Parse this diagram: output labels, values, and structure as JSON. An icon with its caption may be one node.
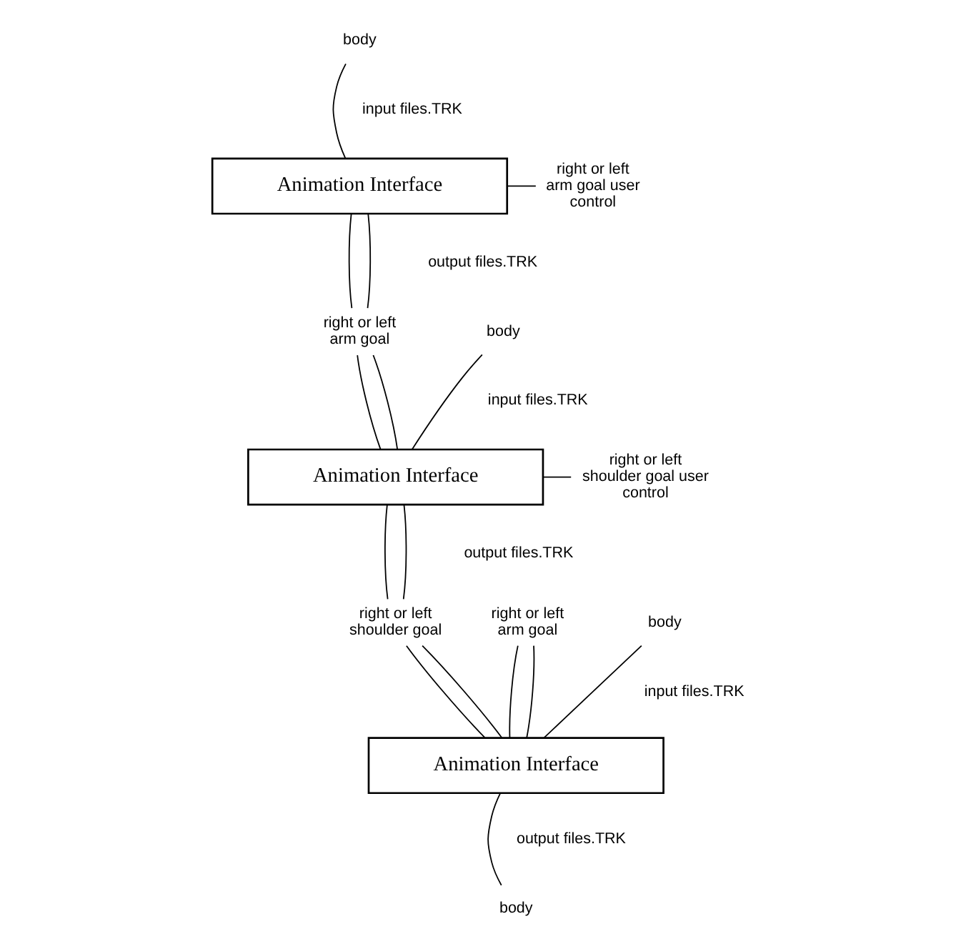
{
  "diagram": {
    "nodes": [
      {
        "text": [
          "body"
        ]
      },
      {
        "text": [
          "right or left arm goal user control"
        ]
      },
      {
        "text": [
          "Animation Interface"
        ]
      },
      {
        "text": [
          "right or left arm goal"
        ]
      },
      {
        "text": [
          "body"
        ]
      },
      {
        "text": [
          "right or left shoulder goal user control"
        ]
      },
      {
        "text": [
          "Animation Interface"
        ]
      },
      {
        "text": [
          "right or left arm goal"
        ]
      },
      {
        "text": [
          "right or left shoulder goal"
        ]
      },
      {
        "text": [
          "body"
        ]
      },
      {
        "text": [
          "Animation Interface"
        ]
      },
      {
        "text": [
          "body"
        ]
      }
    ],
    "edges": [
      {
        "from": 0,
        "to": 2,
        "arrow": "none"
      },
      {
        "from": 1,
        "to": 2,
        "arrow": "none"
      },
      {
        "from": 2,
        "to": 3,
        "arrow": "none"
      },
      {
        "from": 2,
        "to": 3,
        "arrow": "none"
      },
      {
        "from": 3,
        "to": 6,
        "arrow": "none"
      },
      {
        "from": 3,
        "to": 6,
        "arrow": "none"
      },
      {
        "from": 4,
        "to": 6,
        "arrow": "none"
      },
      {
        "from": 5,
        "to": 6,
        "arrow": "none"
      },
      {
        "from": 6,
        "to": 8,
        "arrow": "none"
      },
      {
        "from": 6,
        "to": 8,
        "arrow": "none"
      },
      {
        "from": 7,
        "to": 10,
        "arrow": "none"
      },
      {
        "from": 7,
        "to": 10,
        "arrow": "none"
      },
      {
        "from": 8,
        "to": 10,
        "arrow": "none"
      },
      {
        "from": 8,
        "to": 10,
        "arrow": "none"
      },
      {
        "from": 9,
        "to": 10,
        "arrow": "none"
      },
      {
        "from": 10,
        "to": 11,
        "arrow": "none"
      }
    ],
    "labels": [
      "input files.TRK",
      "output files.TRK",
      "input files.TRK",
      "output files.TRK",
      "input files.TRK",
      "output files.TRK"
    ]
  }
}
